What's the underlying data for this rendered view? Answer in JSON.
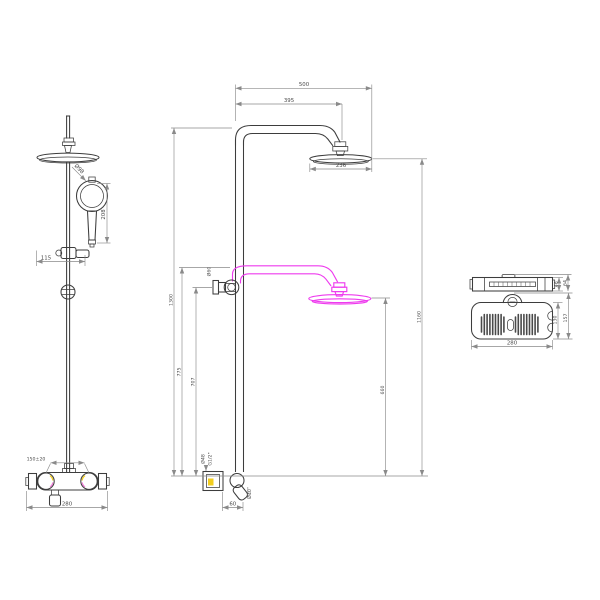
{
  "colors": {
    "background": "#ffffff",
    "object_line": "#3d3d3d",
    "dimension_line": "#8a8a8a",
    "dimension_text": "#4a4a4a",
    "highlight": "#ee3bee",
    "accent_yellow": "#f2cd1e",
    "accent_pink": "#f07ad8"
  },
  "front_view": {
    "handshower_diameter": "Ø98",
    "handshower_length": "208",
    "holder_offset": "115",
    "inlet_centers": "150±20",
    "valve_width": "280"
  },
  "side_view": {
    "arm_reach": "500",
    "arm_reach_to_center": "395",
    "head_width": "236",
    "total_height": "1300",
    "head_height": "1160",
    "lower_arm_height": "775",
    "bracket_height": "707",
    "lower_head_height": "660",
    "bracket_diameter": "Ø60",
    "outlet_diameter": "Ø48",
    "outlet_thread": "G1/2\"",
    "elbow_offset": "60",
    "elbow_diameter": "Ø40"
  },
  "panel_view": {
    "depth": "46",
    "total_depth": "64",
    "height": "130",
    "total_height": "157",
    "width": "280"
  }
}
